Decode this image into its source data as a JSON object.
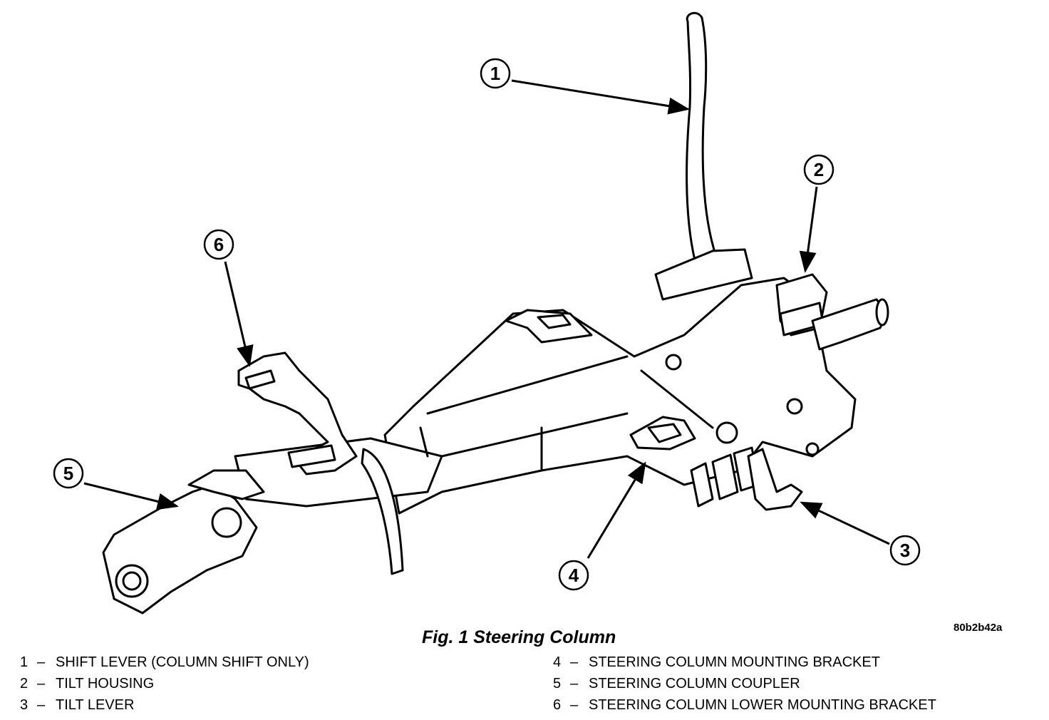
{
  "figure": {
    "id_code": "80b2b42a",
    "caption": "Fig. 1 Steering Column"
  },
  "callouts": [
    "1",
    "2",
    "3",
    "4",
    "5",
    "6"
  ],
  "legend": {
    "left": [
      {
        "num": "1",
        "dash": "–",
        "label": "SHIFT LEVER (COLUMN SHIFT ONLY)"
      },
      {
        "num": "2",
        "dash": "–",
        "label": "TILT HOUSING"
      },
      {
        "num": "3",
        "dash": "–",
        "label": "TILT LEVER"
      }
    ],
    "right": [
      {
        "num": "4",
        "dash": "–",
        "label": "STEERING COLUMN MOUNTING BRACKET"
      },
      {
        "num": "5",
        "dash": "–",
        "label": "STEERING COLUMN COUPLER"
      },
      {
        "num": "6",
        "dash": "–",
        "label": "STEERING COLUMN LOWER MOUNTING BRACKET"
      }
    ]
  }
}
